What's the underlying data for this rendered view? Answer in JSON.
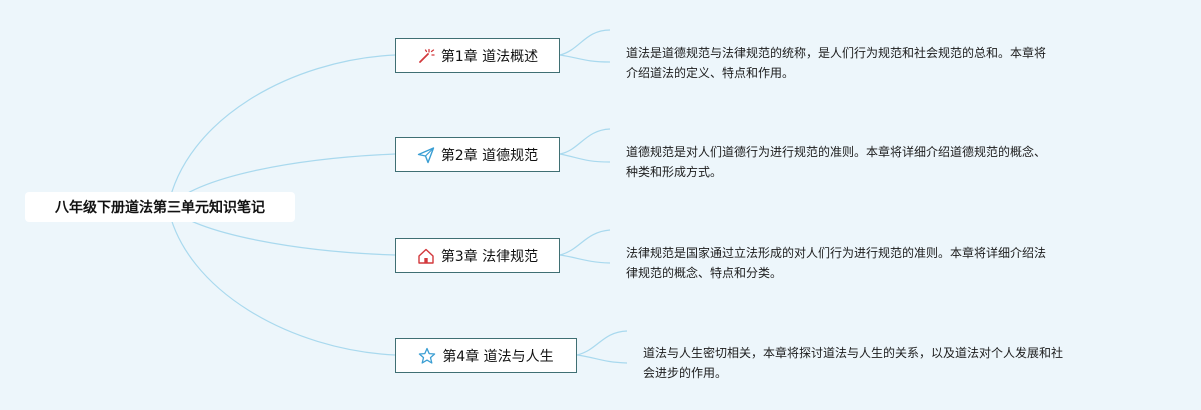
{
  "colors": {
    "background": "#edf6fb",
    "connector": "#a9d9ee",
    "chapter_border": "#3f6f73",
    "icon_red": "#d2383c",
    "icon_blue": "#3a9ed3"
  },
  "root": {
    "label": "八年级下册道法第三单元知识笔记"
  },
  "chapters": [
    {
      "title": "第1章 道法概述",
      "icon": "magic-wand-icon",
      "lines": [
        "道法是道德规范与法律规范的统称，是人们行为规范和社会规范的总和。本章将",
        "介绍道法的定义、特点和作用。"
      ]
    },
    {
      "title": "第2章 道德规范",
      "icon": "paper-plane-icon",
      "lines": [
        "道德规范是对人们道德行为进行规范的准则。本章将详细介绍道德规范的概念、",
        "种类和形成方式。"
      ]
    },
    {
      "title": "第3章 法律规范",
      "icon": "home-icon",
      "lines": [
        "法律规范是国家通过立法形成的对人们行为进行规范的准则。本章将详细介绍法",
        "律规范的概念、特点和分类。"
      ]
    },
    {
      "title": "第4章 道法与人生",
      "icon": "star-icon",
      "lines": [
        "道法与人生密切相关，本章将探讨道法与人生的关系，以及道法对个人发展和社",
        "会进步的作用。"
      ]
    }
  ]
}
